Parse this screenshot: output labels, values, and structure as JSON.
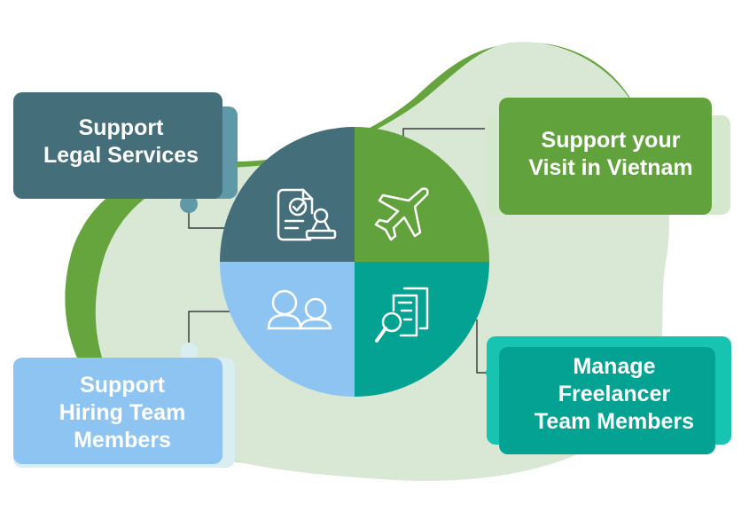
{
  "colors": {
    "blob": "#d9e8d4",
    "blob_edge": "#66a43e",
    "legal": "#446e7a",
    "legal_accent": "#5f98a6",
    "visit": "#62a23d",
    "visit_accent": "#d3e8cd",
    "hiring": "#8ec4f2",
    "hiring_accent": "#d9eef0",
    "manage": "#03a293",
    "manage_accent": "#17c4b2",
    "line": "#3d3d3d"
  },
  "quadrants": [
    {
      "id": "legal",
      "icon": "legal-document-stamp-icon"
    },
    {
      "id": "visit",
      "icon": "airplane-icon"
    },
    {
      "id": "hiring",
      "icon": "team-users-icon"
    },
    {
      "id": "manage",
      "icon": "document-search-icon"
    }
  ],
  "labels": {
    "legal": [
      "Support",
      "Legal Services"
    ],
    "visit": [
      "Support your",
      "Visit in Vietnam"
    ],
    "hiring": [
      "Support",
      "Hiring Team",
      "Members"
    ],
    "manage": [
      "Manage",
      "Freelancer",
      "Team Members"
    ]
  }
}
